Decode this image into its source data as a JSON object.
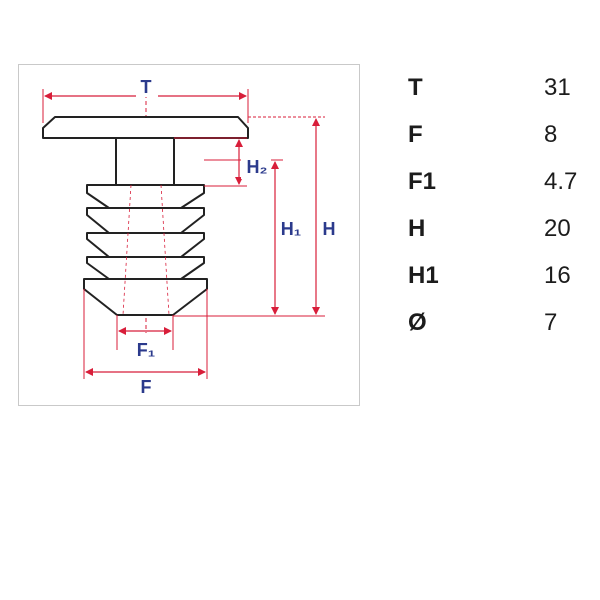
{
  "diagram": {
    "labels": {
      "t": "T",
      "h2": "H₂",
      "h1": "H₁",
      "h": "H",
      "f1": "F₁",
      "f": "F"
    },
    "colors": {
      "dimension_line": "#d81e3a",
      "label": "#2b3a8c",
      "part_outline": "#222222",
      "part_fill": "#ffffff",
      "frame_border": "#c9c9c9"
    }
  },
  "specs": [
    {
      "key": "T",
      "value": "31"
    },
    {
      "key": "F",
      "value": "8"
    },
    {
      "key": "F1",
      "value": "4.7"
    },
    {
      "key": "H",
      "value": "20"
    },
    {
      "key": "H1",
      "value": "16"
    },
    {
      "key": "Ø",
      "value": "7"
    }
  ]
}
